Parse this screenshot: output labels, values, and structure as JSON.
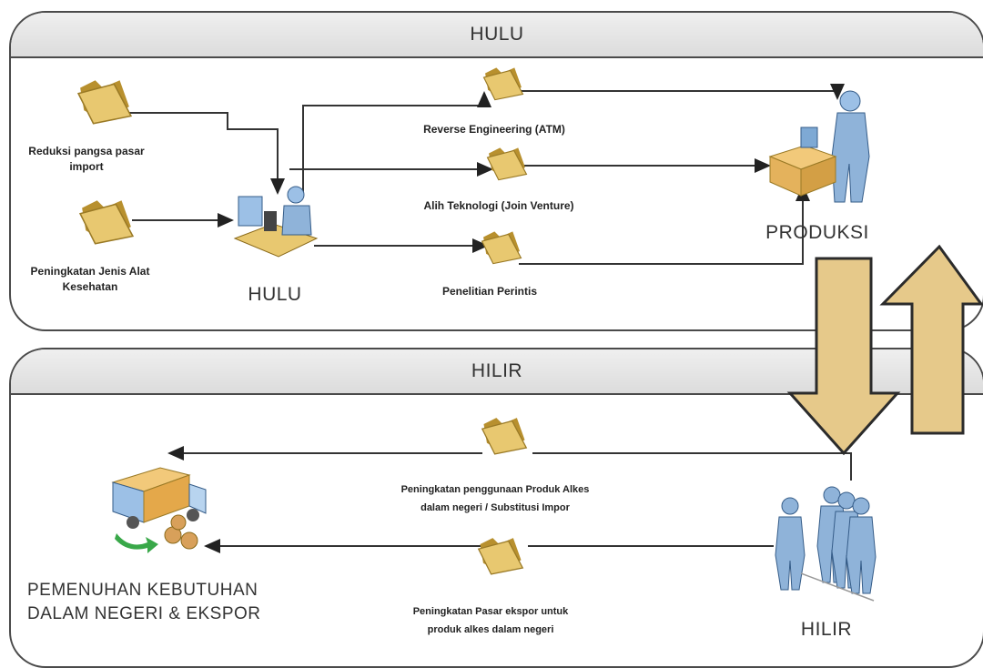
{
  "panels": {
    "top_title": "HULU",
    "bottom_title": "HILIR"
  },
  "labels": {
    "reduksi": "Reduksi pangsa pasar import",
    "peningkatan_jenis": "Peningkatan Jenis Alat Kesehatan",
    "hulu_node": "HULU",
    "reverse_engineering": "Reverse Engineering (ATM)",
    "alih_teknologi": "Alih Teknologi (Join Venture)",
    "penelitian": "Penelitian Perintis",
    "produksi": "PRODUKSI",
    "penggunaan_line1": "Peningkatan penggunaan Produk Alkes",
    "penggunaan_line2": "dalam negeri / Substitusi Impor",
    "pasar_ekspor_line1": "Peningkatan Pasar ekspor untuk",
    "pasar_ekspor_line2": "produk alkes dalam negeri",
    "pemenuhan_line1": "PEMENUHAN KEBUTUHAN",
    "pemenuhan_line2": "DALAM NEGERI & EKSPOR",
    "hilir_node": "HILIR"
  },
  "colors": {
    "folder": "#e8c870",
    "folder_dark": "#b8902e",
    "arrow_fill": "#e6c98a",
    "person": "#8fb3d9",
    "line": "#333333"
  },
  "icons": [
    "folder-icon",
    "worker-desk-icon",
    "production-worker-icon",
    "delivery-truck-icon",
    "people-group-icon",
    "up-arrow-icon",
    "down-arrow-icon"
  ]
}
